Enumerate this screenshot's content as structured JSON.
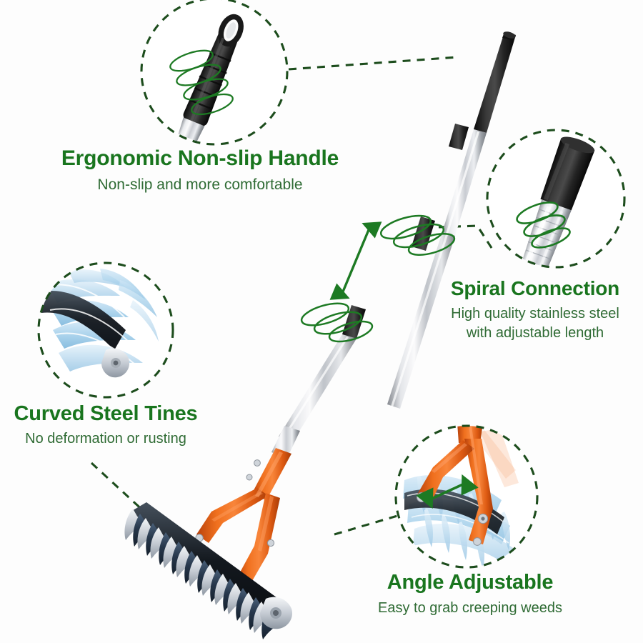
{
  "product": {
    "name": "Adjustable telescoping garden rake / weed puller",
    "colors": {
      "heading_green": "#19751e",
      "sub_green": "#2f6b34",
      "dash_green": "#1d4d1d",
      "annotation_green": "#1d7a23",
      "bracket_orange": "#e8621a",
      "pole_chrome": "#d8dade",
      "grip_black": "#1b1b1b",
      "tine_navy": "#2c3e55",
      "tine_blue": "#a8d4ec",
      "background": "#fdfdfd"
    }
  },
  "callouts": [
    {
      "id": "handle",
      "title": "Ergonomic Non-slip Handle",
      "subtitle": "Non-slip and more comfortable",
      "inset": "non-slip-handle-closeup"
    },
    {
      "id": "spiral",
      "title": "Spiral Connection",
      "subtitle_line1": "High quality stainless steel",
      "subtitle_line2": "with adjustable length",
      "inset": "spiral-connection-closeup"
    },
    {
      "id": "tines",
      "title": "Curved Steel Tines",
      "subtitle": "No deformation or rusting",
      "inset": "curved-tines-closeup"
    },
    {
      "id": "angle",
      "title": "Angle Adjustable",
      "subtitle": "Easy to grab creeping weeds",
      "inset": "angle-adjustable-closeup"
    }
  ],
  "annotations": {
    "length_arrow": "double-headed-arrow-telescoping-length",
    "angle_arrow": "double-headed-arrow-angle-range",
    "spiral_coils": "green-spiral-rings-at-joints"
  }
}
